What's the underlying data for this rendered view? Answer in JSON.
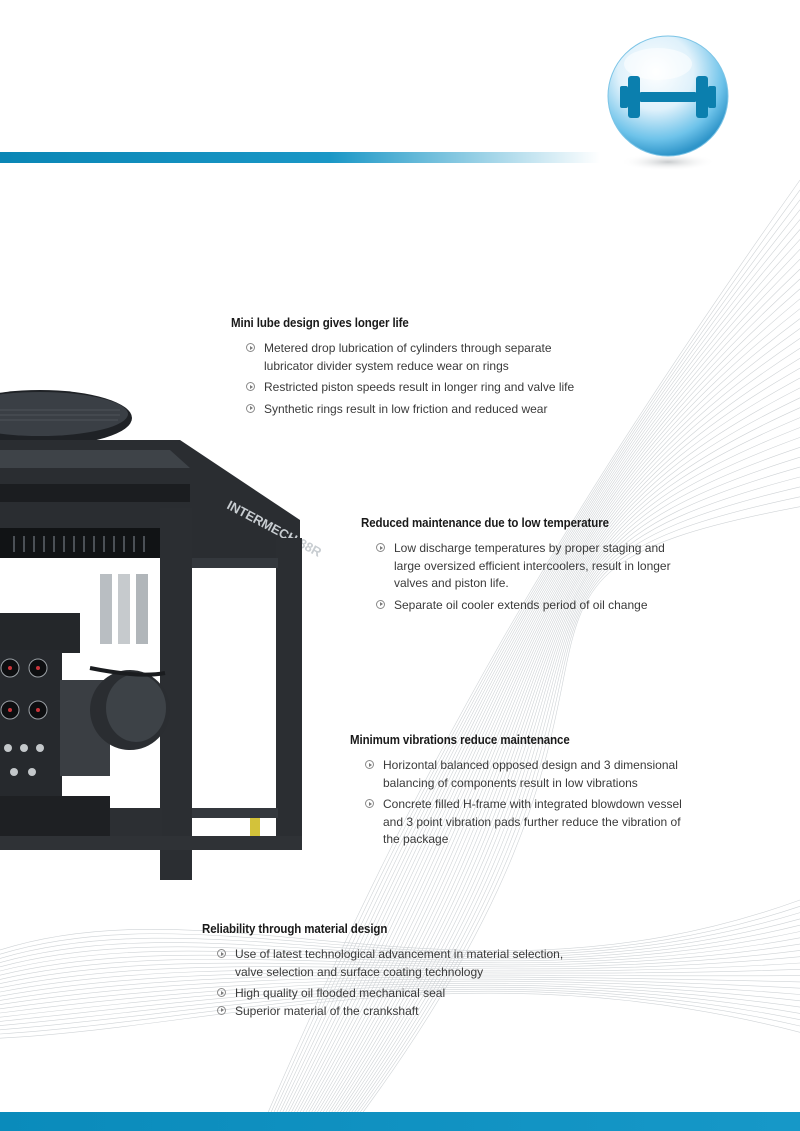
{
  "colors": {
    "accent": "#0a86b5",
    "logo_icon": "#0b7fae"
  },
  "logo": {
    "icon": "dumbbell-icon"
  },
  "sections": [
    {
      "title": "Mini lube design gives longer life",
      "items": [
        [
          "Metered drop lubrication of cylinders through separate",
          "lubricator divider system reduce wear on rings"
        ],
        [
          "Restricted piston speeds result in longer ring and valve life"
        ],
        [
          "Synthetic rings result in low friction and reduced wear"
        ]
      ]
    },
    {
      "title": "Reduced maintenance due to low temperature",
      "items": [
        [
          "Low discharge temperatures by proper staging and",
          "large oversized efficient intercoolers, result in longer",
          "valves and piston life."
        ],
        [
          "Separate oil cooler extends period of oil change"
        ]
      ]
    },
    {
      "title": "Minimum vibrations reduce maintenance",
      "items": [
        [
          "Horizontal balanced opposed design and 3 dimensional",
          "balancing of components result in low vibrations"
        ],
        [
          "Concrete filled H-frame with  integrated blowdown vessel",
          "and 3 point vibration pads further reduce the vibration of",
          "the package"
        ]
      ]
    },
    {
      "title": "Reliability through material design",
      "items": [
        [
          "Use of latest technological advancement in material selection,",
          "valve selection and surface coating technology"
        ],
        [
          "High quality oil flooded mechanical seal"
        ],
        [
          "Superior material of the crankshaft"
        ]
      ]
    }
  ],
  "machine": {
    "frame_label": "INTERMECH 88R"
  }
}
